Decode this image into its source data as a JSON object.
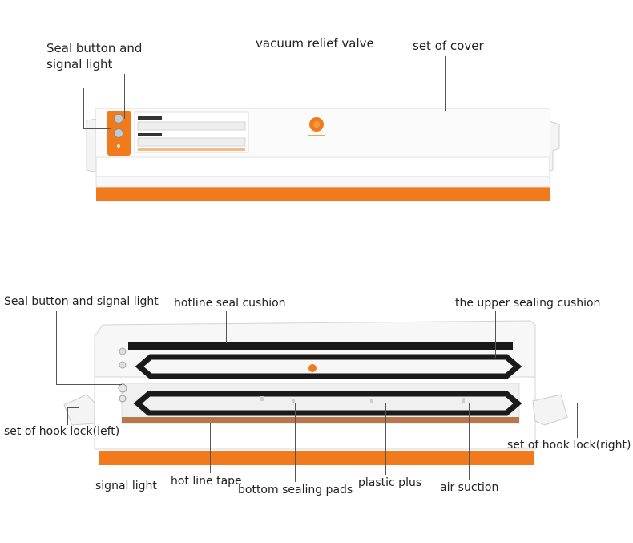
{
  "figure": {
    "top_labels": {
      "seal_button": [
        "Seal button and",
        "signal light"
      ],
      "relief_valve": "vacuum relief valve",
      "cover": "set of cover"
    },
    "bottom_labels": {
      "seal_button": "Seal button and signal light",
      "hotline_cushion": "hotline seal cushion",
      "upper_cushion": "the upper sealing cushion",
      "hook_left": "set of hook lock(left)",
      "hook_right": "set of hook lock(right)",
      "signal_light": "signal light",
      "hot_line_tape": "hot line tape",
      "bottom_pads": "bottom sealing pads",
      "plastic_plus": "plastic plus",
      "air_suction": "air suction"
    }
  },
  "colors": {
    "accent_orange": "#f07a1c",
    "body_white": "#ffffff",
    "gasket_black": "#1a1a1a",
    "heating_strip": "#b8774a"
  },
  "icons": [
    "control-panel-icon",
    "relief-valve-icon",
    "gasket-icon"
  ]
}
